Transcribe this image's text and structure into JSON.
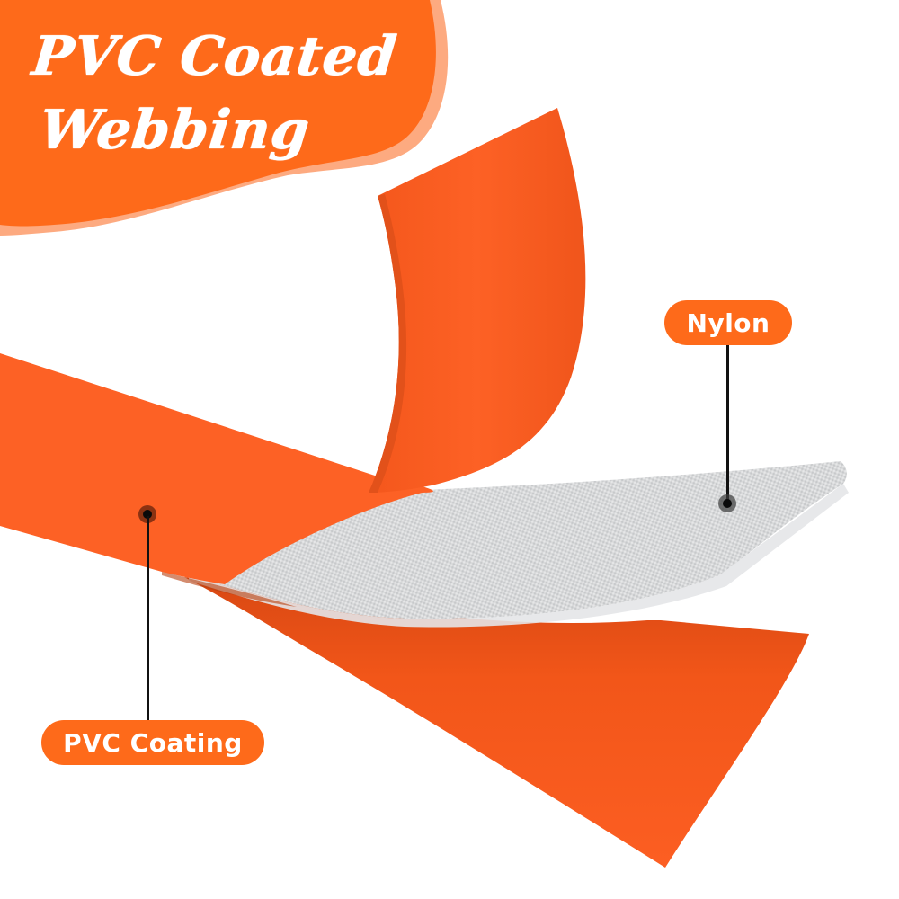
{
  "header": {
    "title_line1": "PVC Coated",
    "title_line2": "Webbing"
  },
  "labels": {
    "nylon": "Nylon",
    "pvc_coating": "PVC Coating"
  },
  "colors": {
    "brand_orange": "#fe6a1a",
    "band_orange": "#fc5e22",
    "band_shadow": "#e04f17",
    "blob_accent": "#fdaa80",
    "nylon_grey": "#d9dadb",
    "pin": "#0a0a0a"
  }
}
